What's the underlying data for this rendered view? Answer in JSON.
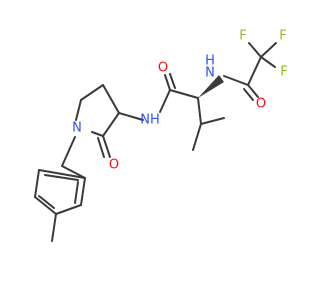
{
  "colors": {
    "carbon_bond": "#3a3a3a",
    "nitrogen": "#3050f8",
    "oxygen": "#ff0d0d",
    "fluorine": "#8fbf1f",
    "background": "#ffffff"
  },
  "atoms": {
    "F1": "F",
    "F2": "F",
    "F3": "F",
    "O_trifluoroacetyl": "O",
    "NH_trifluoroacetamide": "N",
    "H_trifluoroacetamide": "H",
    "O_valine_carbonyl": "O",
    "NH_amide": "NH",
    "N_pyrrolidinone": "N",
    "O_lactam": "O"
  }
}
